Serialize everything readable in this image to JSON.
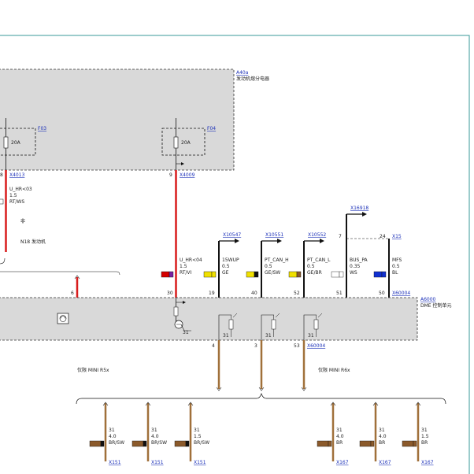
{
  "modules": {
    "a40": {
      "code": "A40a",
      "name": "发动机熔分电器"
    },
    "a6000": {
      "code": "A6000",
      "name": "DME 控制单元"
    }
  },
  "fuses": [
    {
      "id": "F03",
      "rating": "20A"
    },
    {
      "id": "F04",
      "rating": "20A"
    }
  ],
  "connectors": {
    "x4013": "X4013",
    "x4009": "X4009",
    "x10547": "X10547",
    "x10551": "X10551",
    "x10552": "X10552",
    "x16918": "X16918",
    "x15": "X15",
    "x60004_top": "X60004",
    "x60004_bot": "X60004",
    "x151": "X151",
    "x167": "X167"
  },
  "wire_left": {
    "pin": "8",
    "name": "U_HR<03",
    "size": "1.5",
    "color": "RT/WS"
  },
  "wire_left_notes": {
    "note1": "非",
    "note2": "N18 发动机"
  },
  "wire_f04": {
    "pin": "9"
  },
  "pin_6": "6",
  "signals": [
    {
      "pin": "30",
      "name": "U_HR<04",
      "size": "1.5",
      "color": "RT/VI",
      "swatch": [
        "#d40000",
        "#7a1fa0"
      ]
    },
    {
      "pin": "19",
      "name": "15WUP",
      "size": "0.5",
      "color": "GE",
      "swatch": [
        "#f0e000",
        "#f0e000"
      ]
    },
    {
      "pin": "40",
      "name": "PT_CAN_H",
      "size": "0.5",
      "color": "GE/SW",
      "swatch": [
        "#f0e000",
        "#111111"
      ]
    },
    {
      "pin": "52",
      "name": "PT_CAN_L",
      "size": "0.5",
      "color": "GE/BR",
      "swatch": [
        "#f0e000",
        "#8b5a2b"
      ]
    },
    {
      "pin": "51",
      "name": "BUS_PA",
      "size": "0.35",
      "color": "WS",
      "swatch": [
        "#ffffff",
        "#ffffff"
      ]
    },
    {
      "pin": "50",
      "name": "MFS",
      "size": "0.5",
      "color": "BL",
      "swatch": [
        "#1030d0",
        "#1030d0"
      ]
    }
  ],
  "bus_pins": {
    "p7": "7",
    "p24": "24"
  },
  "ground_pins": [
    "4",
    "3",
    "53"
  ],
  "internal_ground": "31",
  "notes": {
    "only_r5x": "仅限 MINI R5x",
    "only_r6x": "仅限 MINI R6x"
  },
  "grounds": [
    {
      "num": "31",
      "size": "4.0",
      "color": "BR/SW",
      "conn": "X151"
    },
    {
      "num": "31",
      "size": "4.0",
      "color": "BR/SW",
      "conn": "X151"
    },
    {
      "num": "31",
      "size": "1.5",
      "color": "BR/SW",
      "conn": "X151"
    },
    {
      "num": "31",
      "size": "4.0",
      "color": "BR",
      "conn": "X167"
    },
    {
      "num": "31",
      "size": "4.0",
      "color": "BR",
      "conn": "X167"
    },
    {
      "num": "31",
      "size": "1.5",
      "color": "BR",
      "conn": "X167"
    }
  ],
  "colors": {
    "red_wire": "#d81c1c",
    "brown_wire": "#a0703a",
    "module_fill": "#d9d9d9",
    "link": "#1a2fb8"
  }
}
